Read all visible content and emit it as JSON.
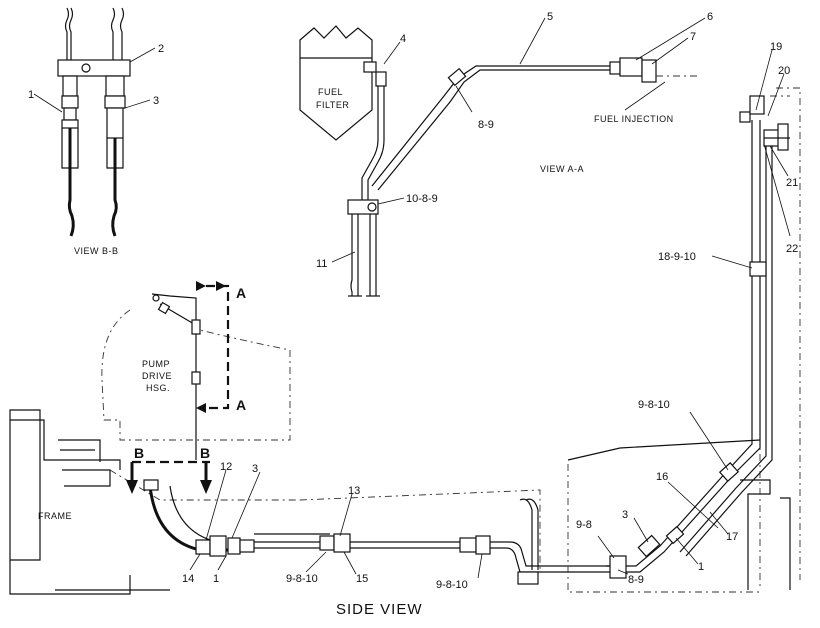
{
  "views": {
    "view_b": "VIEW  B-B",
    "view_a": "VIEW  A-A",
    "side": "SIDE  VIEW"
  },
  "components": {
    "fuel_filter_line1": "FUEL",
    "fuel_filter_line2": "FILTER",
    "fuel_injection": "FUEL  INJECTION",
    "pump_line1": "PUMP",
    "pump_line2": "DRIVE",
    "pump_line3": "HSG.",
    "frame": "FRAME"
  },
  "section_marks": {
    "a_top": "A",
    "a_bottom": "A",
    "b_left": "B",
    "b_right": "B"
  },
  "callouts": {
    "vb_1": "1",
    "vb_2": "2",
    "vb_3": "3",
    "va_4": "4",
    "va_5": "5",
    "va_6": "6",
    "va_7": "7",
    "va_8_9": "8-9",
    "va_10_8_9": "10-8-9",
    "va_11": "11",
    "sv_19": "19",
    "sv_20": "20",
    "sv_21": "21",
    "sv_22": "22",
    "sv_18_9_10": "18-9-10",
    "sv_9_8_10_a": "9-8-10",
    "sv_16": "16",
    "sv_17": "17",
    "sv_3_right": "3",
    "sv_9_8": "9-8",
    "sv_8_9": "8-9",
    "sv_1_right": "1",
    "sv_13": "13",
    "sv_15": "15",
    "sv_9_8_10_b": "9-8-10",
    "sv_9_8_10_c": "9-8-10",
    "sv_12": "12",
    "sv_3_left": "3",
    "sv_14": "14",
    "sv_1_left": "1"
  }
}
